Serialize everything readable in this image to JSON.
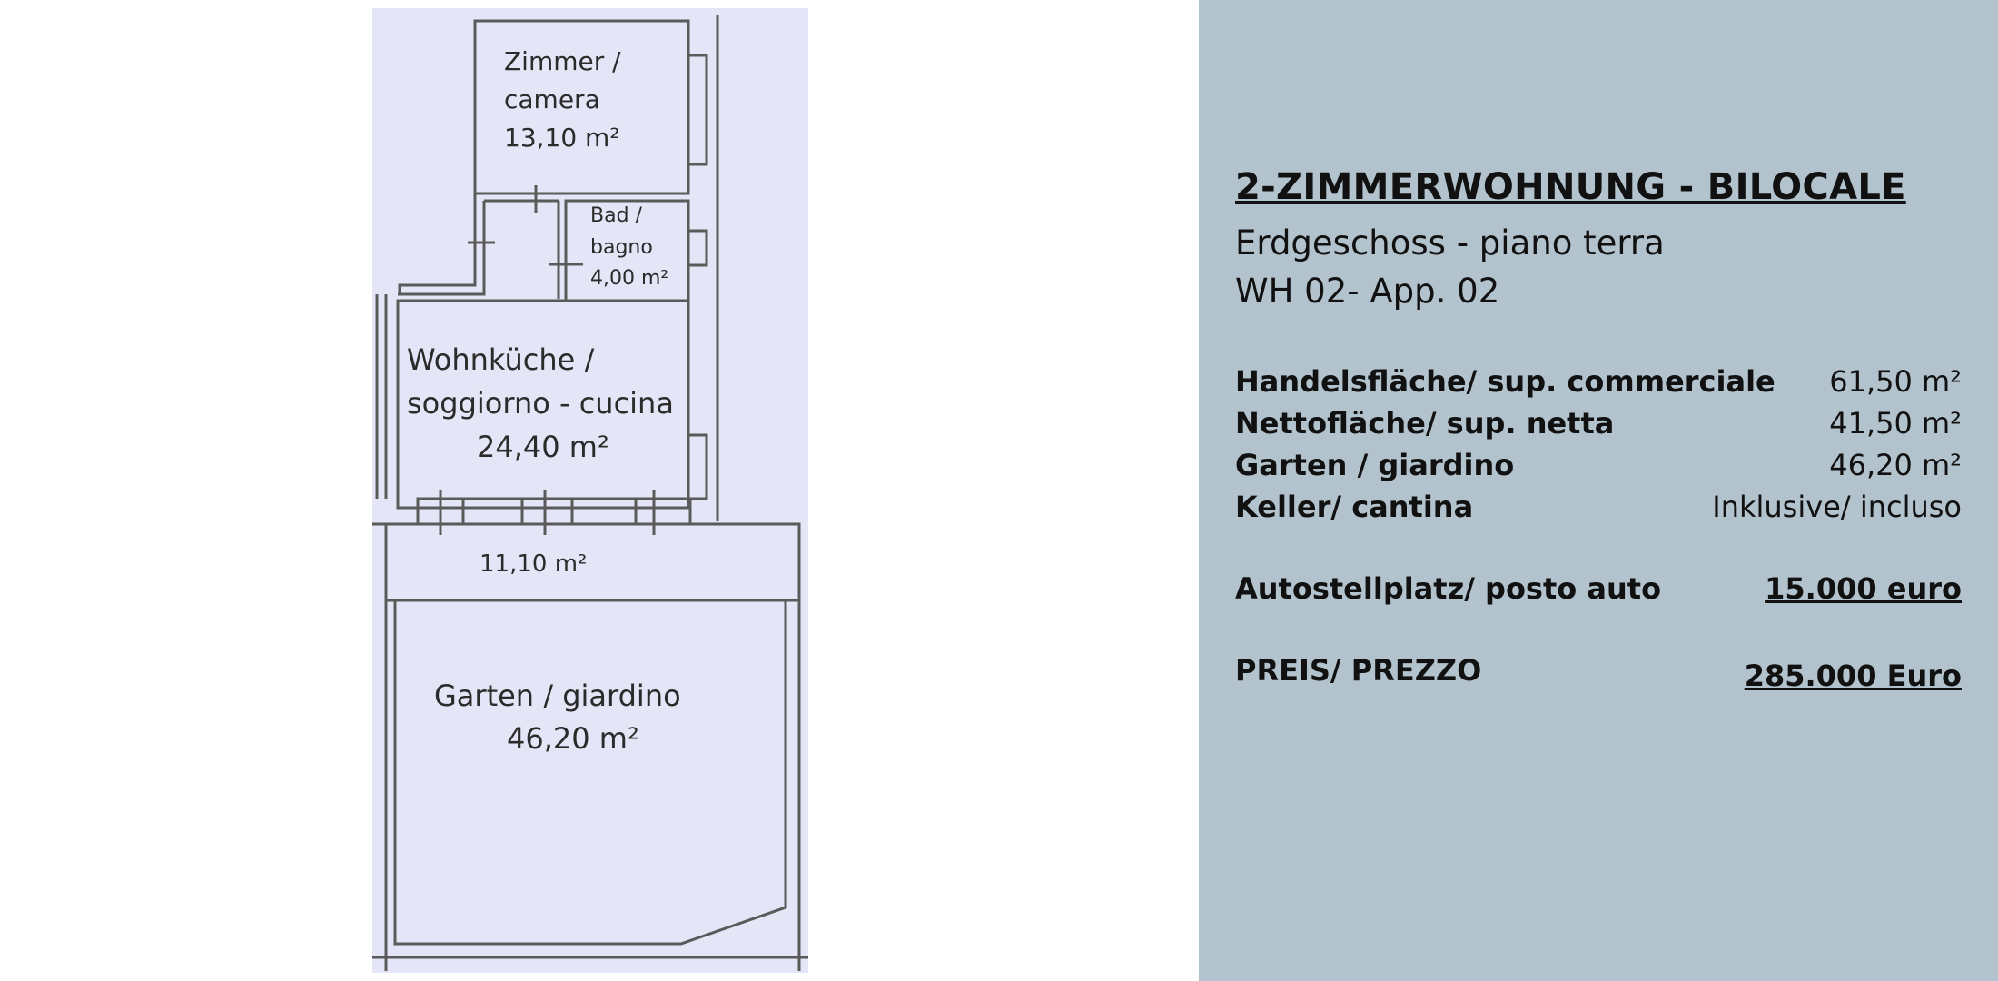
{
  "floorplan": {
    "rooms": [
      {
        "name": "Zimmer /",
        "name2": "camera",
        "area": "13,10 m²"
      },
      {
        "name": "Bad /",
        "name2": "bagno",
        "area": "4,00 m²"
      },
      {
        "name": "Wohnküche /",
        "name2": "soggiorno - cucina",
        "area": "24,40 m²"
      },
      {
        "area": "11,10 m²"
      },
      {
        "name": "Garten / giardino",
        "area": "46,20 m²"
      }
    ]
  },
  "listing": {
    "title": "2-ZIMMERWOHNUNG - BILOCALE",
    "floor": "Erdgeschoss - piano terra",
    "unit": "WH 02- App. 02",
    "specs": [
      {
        "label": "Handelsfläche/ sup. commerciale",
        "value": "61,50 m²"
      },
      {
        "label": "Nettofläche/ sup. netta",
        "value": "41,50 m²"
      },
      {
        "label": "Garten / giardino",
        "value": "46,20 m²"
      },
      {
        "label": "Keller/ cantina",
        "value": "Inklusive/ incluso"
      }
    ],
    "parking": {
      "label": "Autostellplatz/ posto auto",
      "value": "15.000 euro"
    },
    "price": {
      "label": "PREIS/ PREZZO",
      "value": "285.000 Euro"
    }
  },
  "colors": {
    "panel_bg": "#b3c3cd",
    "plan_bg": "#e4e5f6",
    "wall": "#5a5a5a"
  }
}
